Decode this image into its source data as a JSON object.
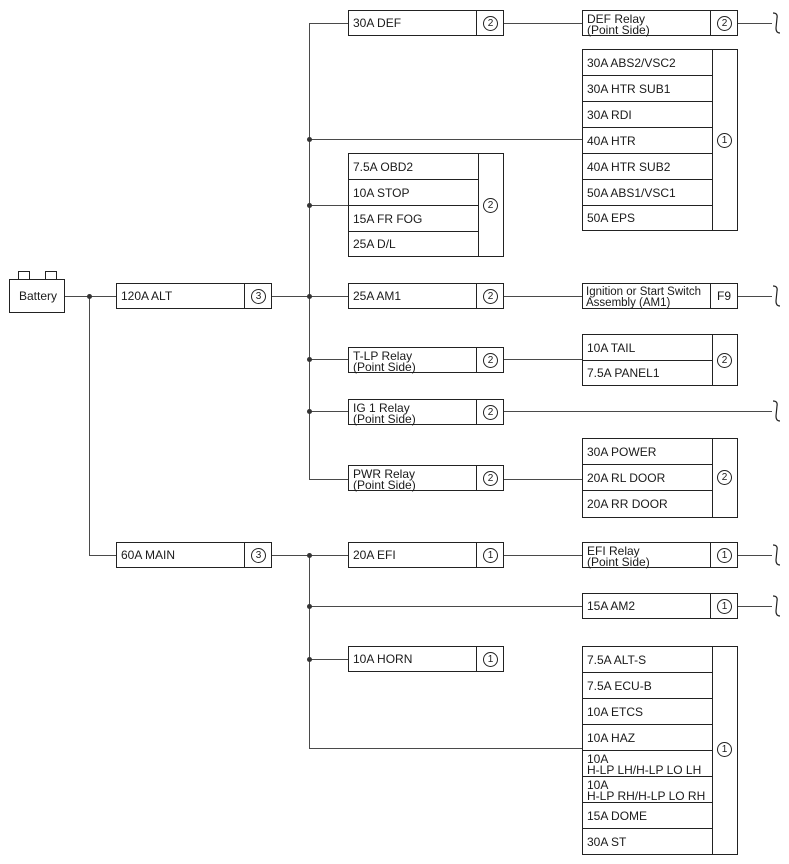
{
  "battery": {
    "label": "Battery"
  },
  "main_fuses": [
    {
      "label": "120A ALT",
      "code": "3"
    },
    {
      "label": "60A MAIN",
      "code": "3"
    }
  ],
  "alt_branch": [
    {
      "label": "30A DEF",
      "code": "2"
    },
    {
      "label": "25A AM1",
      "code": "2"
    },
    {
      "label": "T-LP Relay\n(Point Side)",
      "code": "2"
    },
    {
      "label": "IG 1 Relay\n(Point Side)",
      "code": "2"
    },
    {
      "label": "PWR Relay\n(Point Side)",
      "code": "2"
    }
  ],
  "obd_group": {
    "items": [
      "7.5A OBD2",
      "10A STOP",
      "15A FR FOG",
      "25A D/L"
    ],
    "code": "2"
  },
  "abs_group": {
    "items": [
      "30A ABS2/VSC2",
      "30A HTR SUB1",
      "30A RDI",
      "40A HTR",
      "40A HTR SUB2",
      "50A ABS1/VSC1",
      "50A EPS"
    ],
    "code": "1"
  },
  "def_relay": {
    "label": "DEF Relay\n(Point Side)",
    "code": "2"
  },
  "ignition_switch": {
    "label": "Ignition or Start Switch\nAssembly (AM1)",
    "code": "F9"
  },
  "tail_group": {
    "items": [
      "10A TAIL",
      "7.5A PANEL1"
    ],
    "code": "2"
  },
  "power_group": {
    "items": [
      "30A POWER",
      "20A RL DOOR",
      "20A RR DOOR"
    ],
    "code": "2"
  },
  "main_branch": [
    {
      "label": "20A EFI",
      "code": "1"
    },
    {
      "label": "10A HORN",
      "code": "1"
    }
  ],
  "efi_relay": {
    "label": "EFI Relay\n(Point Side)",
    "code": "1"
  },
  "am2": {
    "label": "15A AM2",
    "code": "1"
  },
  "bottom_group": {
    "items": [
      "7.5A ALT-S",
      "7.5A ECU-B",
      "10A ETCS",
      "10A HAZ",
      "10A\nH-LP LH/H-LP LO LH",
      "10A\nH-LP RH/H-LP LO RH",
      "15A DOME",
      "30A ST"
    ],
    "code": "1"
  }
}
